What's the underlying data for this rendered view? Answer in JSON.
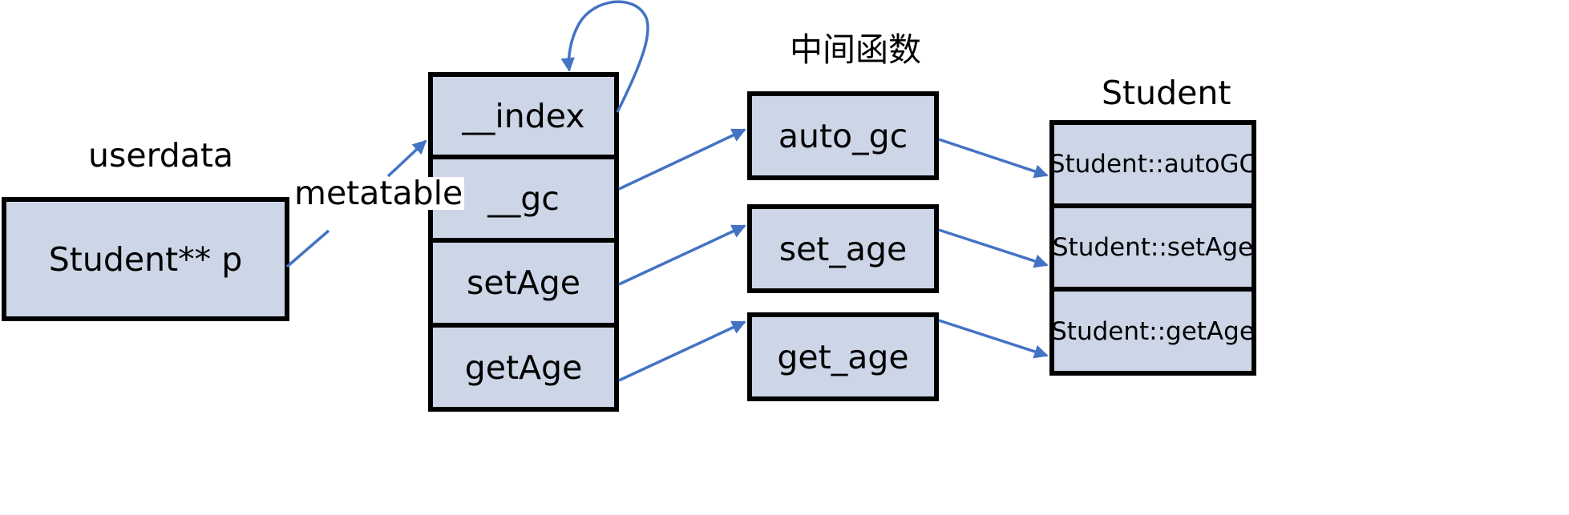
{
  "headings": {
    "userdata": "userdata",
    "middle_functions": "中间函数",
    "student": "Student"
  },
  "userdata_box": {
    "label": "Student** p"
  },
  "edge_label": {
    "metatable": "metatable"
  },
  "metatable_entries": [
    {
      "label": "__index"
    },
    {
      "label": "__gc"
    },
    {
      "label": "setAge"
    },
    {
      "label": "getAge"
    }
  ],
  "middle_functions": [
    {
      "label": "auto_gc"
    },
    {
      "label": "set_age"
    },
    {
      "label": "get_age"
    }
  ],
  "student_methods": [
    {
      "label": "Student::autoGC"
    },
    {
      "label": "Student::setAge"
    },
    {
      "label": "Student::getAge"
    }
  ],
  "colors": {
    "box_fill": "#cdd6e7",
    "box_border": "#000000",
    "arrow": "#4472c4",
    "text": "#000000"
  }
}
